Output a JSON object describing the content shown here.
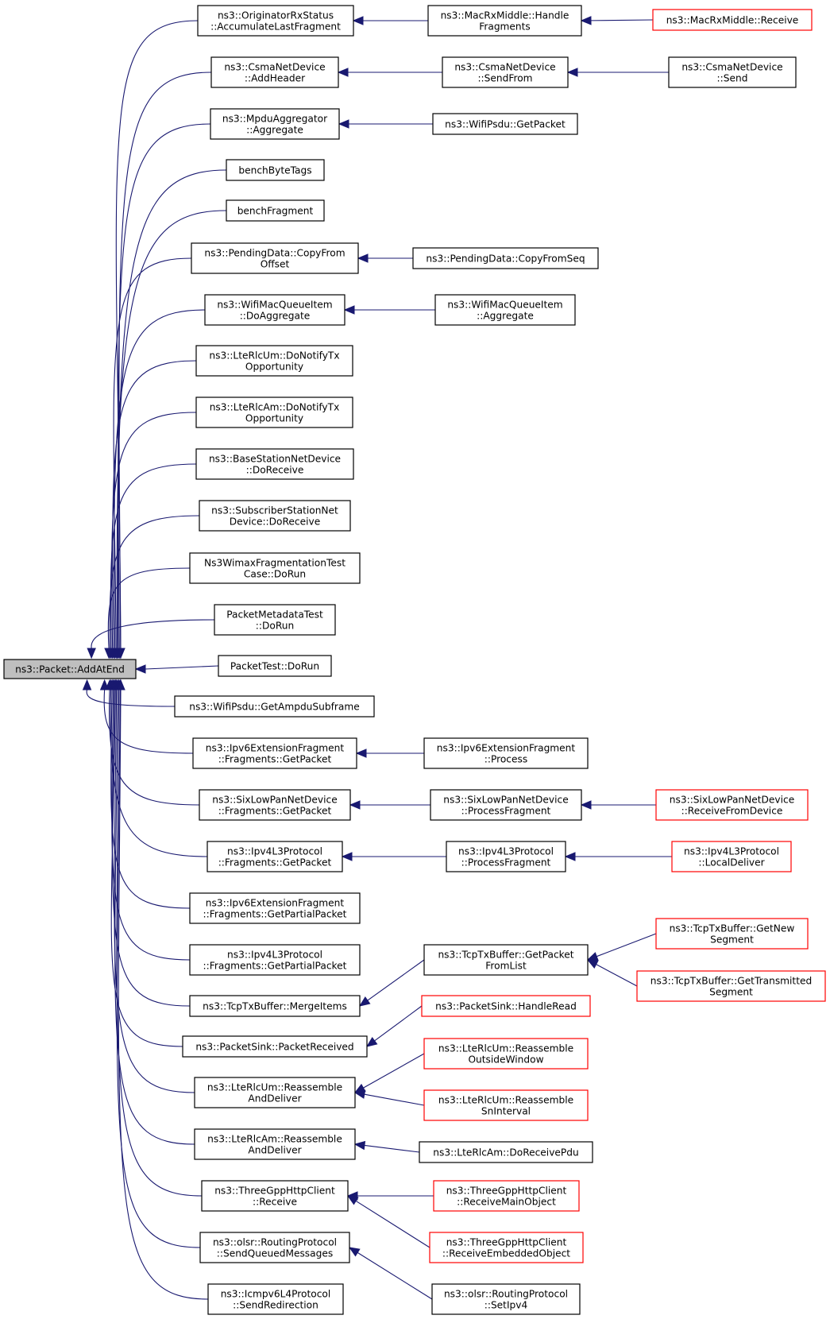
{
  "diagram": {
    "type": "call-graph",
    "root": "ns3::Packet::AddAtEnd",
    "colors": {
      "edge": "#191970",
      "root_fill": "#bfbfbf",
      "node_border": "#000000",
      "truncated_border": "#ff0000"
    },
    "nodes": [
      {
        "id": "root",
        "lines": [
          "ns3::Packet::AddAtEnd"
        ],
        "style": "root"
      },
      {
        "id": "n1",
        "lines": [
          "ns3::OriginatorRxStatus",
          "::AccumulateLastFragment"
        ],
        "style": "black"
      },
      {
        "id": "n1a",
        "lines": [
          "ns3::MacRxMiddle::Handle",
          "Fragments"
        ],
        "style": "black"
      },
      {
        "id": "n1b",
        "lines": [
          "ns3::MacRxMiddle::Receive"
        ],
        "style": "red"
      },
      {
        "id": "n2",
        "lines": [
          "ns3::CsmaNetDevice",
          "::AddHeader"
        ],
        "style": "black"
      },
      {
        "id": "n2a",
        "lines": [
          "ns3::CsmaNetDevice",
          "::SendFrom"
        ],
        "style": "black"
      },
      {
        "id": "n2b",
        "lines": [
          "ns3::CsmaNetDevice",
          "::Send"
        ],
        "style": "black"
      },
      {
        "id": "n3",
        "lines": [
          "ns3::MpduAggregator",
          "::Aggregate"
        ],
        "style": "black"
      },
      {
        "id": "n3a",
        "lines": [
          "ns3::WifiPsdu::GetPacket"
        ],
        "style": "black"
      },
      {
        "id": "n4",
        "lines": [
          "benchByteTags"
        ],
        "style": "black"
      },
      {
        "id": "n5",
        "lines": [
          "benchFragment"
        ],
        "style": "black"
      },
      {
        "id": "n6",
        "lines": [
          "ns3::PendingData::CopyFrom",
          "Offset"
        ],
        "style": "black"
      },
      {
        "id": "n6a",
        "lines": [
          "ns3::PendingData::CopyFromSeq"
        ],
        "style": "black"
      },
      {
        "id": "n7",
        "lines": [
          "ns3::WifiMacQueueItem",
          "::DoAggregate"
        ],
        "style": "black"
      },
      {
        "id": "n7a",
        "lines": [
          "ns3::WifiMacQueueItem",
          "::Aggregate"
        ],
        "style": "black"
      },
      {
        "id": "n8",
        "lines": [
          "ns3::LteRlcUm::DoNotifyTx",
          "Opportunity"
        ],
        "style": "black"
      },
      {
        "id": "n9",
        "lines": [
          "ns3::LteRlcAm::DoNotifyTx",
          "Opportunity"
        ],
        "style": "black"
      },
      {
        "id": "n10",
        "lines": [
          "ns3::BaseStationNetDevice",
          "::DoReceive"
        ],
        "style": "black"
      },
      {
        "id": "n11",
        "lines": [
          "ns3::SubscriberStationNet",
          "Device::DoReceive"
        ],
        "style": "black"
      },
      {
        "id": "n12",
        "lines": [
          "Ns3WimaxFragmentationTest",
          "Case::DoRun"
        ],
        "style": "black"
      },
      {
        "id": "n13",
        "lines": [
          "PacketMetadataTest",
          "::DoRun"
        ],
        "style": "black"
      },
      {
        "id": "n14",
        "lines": [
          "PacketTest::DoRun"
        ],
        "style": "black"
      },
      {
        "id": "n15",
        "lines": [
          "ns3::WifiPsdu::GetAmpduSubframe"
        ],
        "style": "black"
      },
      {
        "id": "n16",
        "lines": [
          "ns3::Ipv6ExtensionFragment",
          "::Fragments::GetPacket"
        ],
        "style": "black"
      },
      {
        "id": "n16a",
        "lines": [
          "ns3::Ipv6ExtensionFragment",
          "::Process"
        ],
        "style": "black"
      },
      {
        "id": "n17",
        "lines": [
          "ns3::SixLowPanNetDevice",
          "::Fragments::GetPacket"
        ],
        "style": "black"
      },
      {
        "id": "n17a",
        "lines": [
          "ns3::SixLowPanNetDevice",
          "::ProcessFragment"
        ],
        "style": "black"
      },
      {
        "id": "n17b",
        "lines": [
          "ns3::SixLowPanNetDevice",
          "::ReceiveFromDevice"
        ],
        "style": "red"
      },
      {
        "id": "n18",
        "lines": [
          "ns3::Ipv4L3Protocol",
          "::Fragments::GetPacket"
        ],
        "style": "black"
      },
      {
        "id": "n18a",
        "lines": [
          "ns3::Ipv4L3Protocol",
          "::ProcessFragment"
        ],
        "style": "black"
      },
      {
        "id": "n18b",
        "lines": [
          "ns3::Ipv4L3Protocol",
          "::LocalDeliver"
        ],
        "style": "red"
      },
      {
        "id": "n19",
        "lines": [
          "ns3::Ipv6ExtensionFragment",
          "::Fragments::GetPartialPacket"
        ],
        "style": "black"
      },
      {
        "id": "n20",
        "lines": [
          "ns3::Ipv4L3Protocol",
          "::Fragments::GetPartialPacket"
        ],
        "style": "black"
      },
      {
        "id": "n21",
        "lines": [
          "ns3::TcpTxBuffer::MergeItems"
        ],
        "style": "black"
      },
      {
        "id": "n21a",
        "lines": [
          "ns3::TcpTxBuffer::GetPacket",
          "FromList"
        ],
        "style": "black"
      },
      {
        "id": "n21b",
        "lines": [
          "ns3::TcpTxBuffer::GetNew",
          "Segment"
        ],
        "style": "red"
      },
      {
        "id": "n21c",
        "lines": [
          "ns3::TcpTxBuffer::GetTransmitted",
          "Segment"
        ],
        "style": "red"
      },
      {
        "id": "n22",
        "lines": [
          "ns3::PacketSink::PacketReceived"
        ],
        "style": "black"
      },
      {
        "id": "n22a",
        "lines": [
          "ns3::PacketSink::HandleRead"
        ],
        "style": "red"
      },
      {
        "id": "n23",
        "lines": [
          "ns3::LteRlcUm::Reassemble",
          "AndDeliver"
        ],
        "style": "black"
      },
      {
        "id": "n23a",
        "lines": [
          "ns3::LteRlcUm::Reassemble",
          "OutsideWindow"
        ],
        "style": "red"
      },
      {
        "id": "n23b",
        "lines": [
          "ns3::LteRlcUm::Reassemble",
          "SnInterval"
        ],
        "style": "red"
      },
      {
        "id": "n24",
        "lines": [
          "ns3::LteRlcAm::Reassemble",
          "AndDeliver"
        ],
        "style": "black"
      },
      {
        "id": "n24a",
        "lines": [
          "ns3::LteRlcAm::DoReceivePdu"
        ],
        "style": "black"
      },
      {
        "id": "n25",
        "lines": [
          "ns3::ThreeGppHttpClient",
          "::Receive"
        ],
        "style": "black"
      },
      {
        "id": "n25a",
        "lines": [
          "ns3::ThreeGppHttpClient",
          "::ReceiveMainObject"
        ],
        "style": "red"
      },
      {
        "id": "n25b",
        "lines": [
          "ns3::ThreeGppHttpClient",
          "::ReceiveEmbeddedObject"
        ],
        "style": "red"
      },
      {
        "id": "n26",
        "lines": [
          "ns3::olsr::RoutingProtocol",
          "::SendQueuedMessages"
        ],
        "style": "black"
      },
      {
        "id": "n26a",
        "lines": [
          "ns3::olsr::RoutingProtocol",
          "::SetIpv4"
        ],
        "style": "black"
      },
      {
        "id": "n27",
        "lines": [
          "ns3::Icmpv6L4Protocol",
          "::SendRedirection"
        ],
        "style": "black"
      }
    ],
    "edges": [
      [
        "n1",
        "root"
      ],
      [
        "n1a",
        "n1"
      ],
      [
        "n1b",
        "n1a"
      ],
      [
        "n2",
        "root"
      ],
      [
        "n2a",
        "n2"
      ],
      [
        "n2b",
        "n2a"
      ],
      [
        "n3",
        "root"
      ],
      [
        "n3a",
        "n3"
      ],
      [
        "n4",
        "root"
      ],
      [
        "n5",
        "root"
      ],
      [
        "n6",
        "root"
      ],
      [
        "n6a",
        "n6"
      ],
      [
        "n7",
        "root"
      ],
      [
        "n7a",
        "n7"
      ],
      [
        "n8",
        "root"
      ],
      [
        "n9",
        "root"
      ],
      [
        "n10",
        "root"
      ],
      [
        "n11",
        "root"
      ],
      [
        "n12",
        "root"
      ],
      [
        "n13",
        "root"
      ],
      [
        "n14",
        "root"
      ],
      [
        "n15",
        "root"
      ],
      [
        "n16",
        "root"
      ],
      [
        "n16a",
        "n16"
      ],
      [
        "n17",
        "root"
      ],
      [
        "n17a",
        "n17"
      ],
      [
        "n17b",
        "n17a"
      ],
      [
        "n18",
        "root"
      ],
      [
        "n18a",
        "n18"
      ],
      [
        "n18b",
        "n18a"
      ],
      [
        "n19",
        "root"
      ],
      [
        "n20",
        "root"
      ],
      [
        "n21",
        "root"
      ],
      [
        "n21a",
        "n21"
      ],
      [
        "n21b",
        "n21a"
      ],
      [
        "n21c",
        "n21a"
      ],
      [
        "n22",
        "root"
      ],
      [
        "n22a",
        "n22"
      ],
      [
        "n23",
        "root"
      ],
      [
        "n23a",
        "n23"
      ],
      [
        "n23b",
        "n23"
      ],
      [
        "n24",
        "root"
      ],
      [
        "n24a",
        "n24"
      ],
      [
        "n25",
        "root"
      ],
      [
        "n25a",
        "n25"
      ],
      [
        "n25b",
        "n25"
      ],
      [
        "n26",
        "root"
      ],
      [
        "n26a",
        "n26"
      ],
      [
        "n27",
        "root"
      ]
    ]
  }
}
